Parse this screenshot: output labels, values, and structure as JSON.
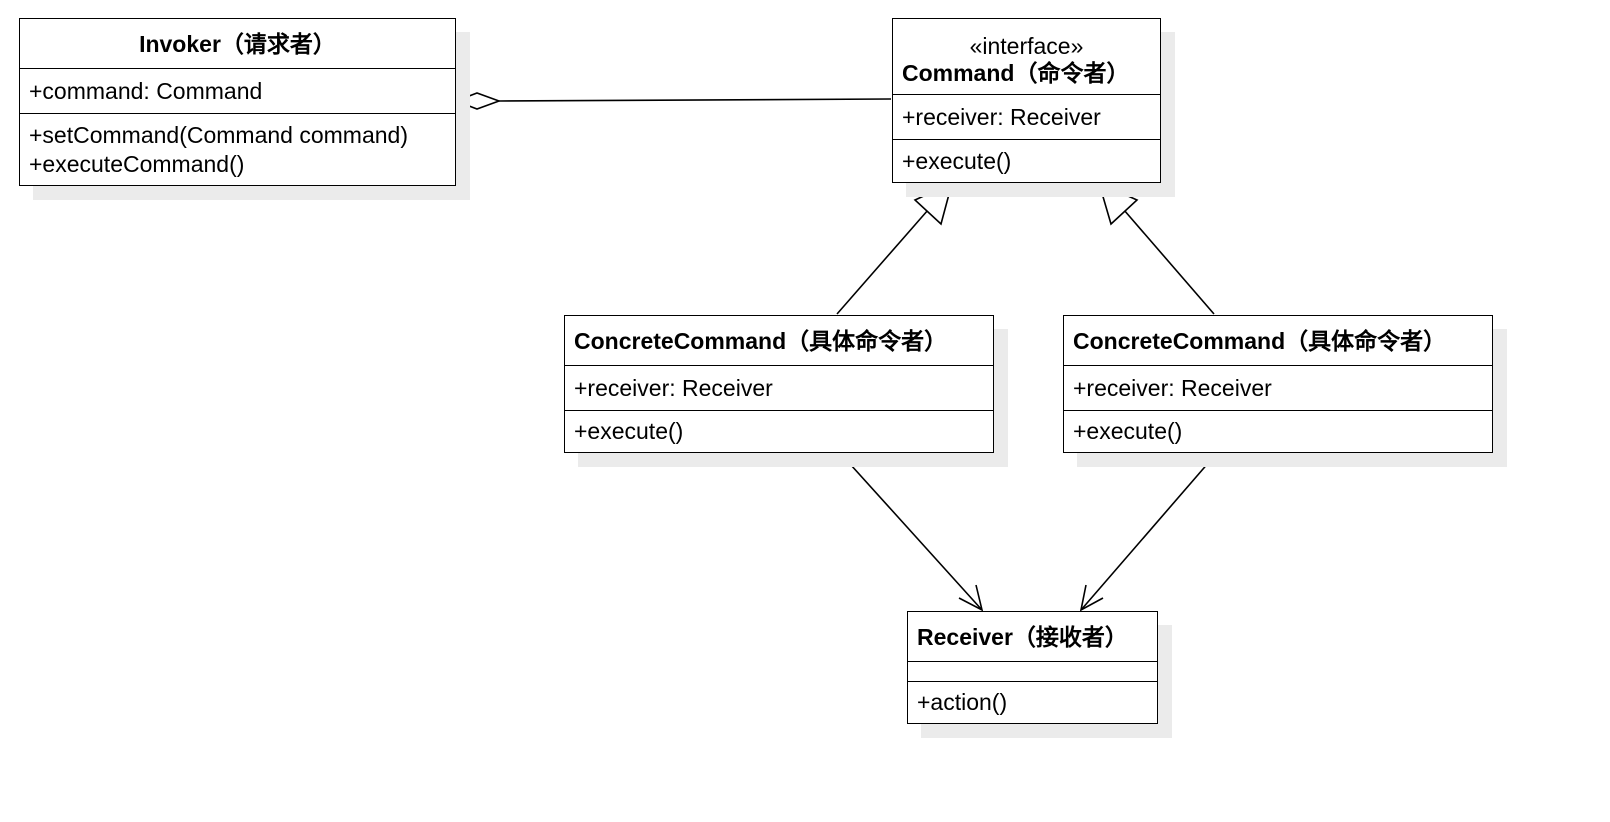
{
  "classes": {
    "invoker": {
      "name": "Invoker（请求者）",
      "attributes": [
        "+command: Command"
      ],
      "operations": [
        "+setCommand(Command command)",
        "+executeCommand()"
      ]
    },
    "command": {
      "stereotype": "«interface»",
      "name": "Command（命令者）",
      "attributes": [
        "+receiver: Receiver"
      ],
      "operations": [
        "+execute()"
      ]
    },
    "concrete_command_1": {
      "name": "ConcreteCommand（具体命令者）",
      "attributes": [
        "+receiver: Receiver"
      ],
      "operations": [
        "+execute()"
      ]
    },
    "concrete_command_2": {
      "name": "ConcreteCommand（具体命令者）",
      "attributes": [
        "+receiver: Receiver"
      ],
      "operations": [
        "+execute()"
      ]
    },
    "receiver": {
      "name": "Receiver（接收者）",
      "attributes": [],
      "operations": [
        "+action()"
      ]
    }
  },
  "relationships": [
    {
      "type": "aggregation",
      "from": "invoker",
      "to": "command"
    },
    {
      "type": "realization",
      "from": "concrete_command_1",
      "to": "command"
    },
    {
      "type": "realization",
      "from": "concrete_command_2",
      "to": "command"
    },
    {
      "type": "association",
      "from": "concrete_command_1",
      "to": "receiver"
    },
    {
      "type": "association",
      "from": "concrete_command_2",
      "to": "receiver"
    }
  ]
}
